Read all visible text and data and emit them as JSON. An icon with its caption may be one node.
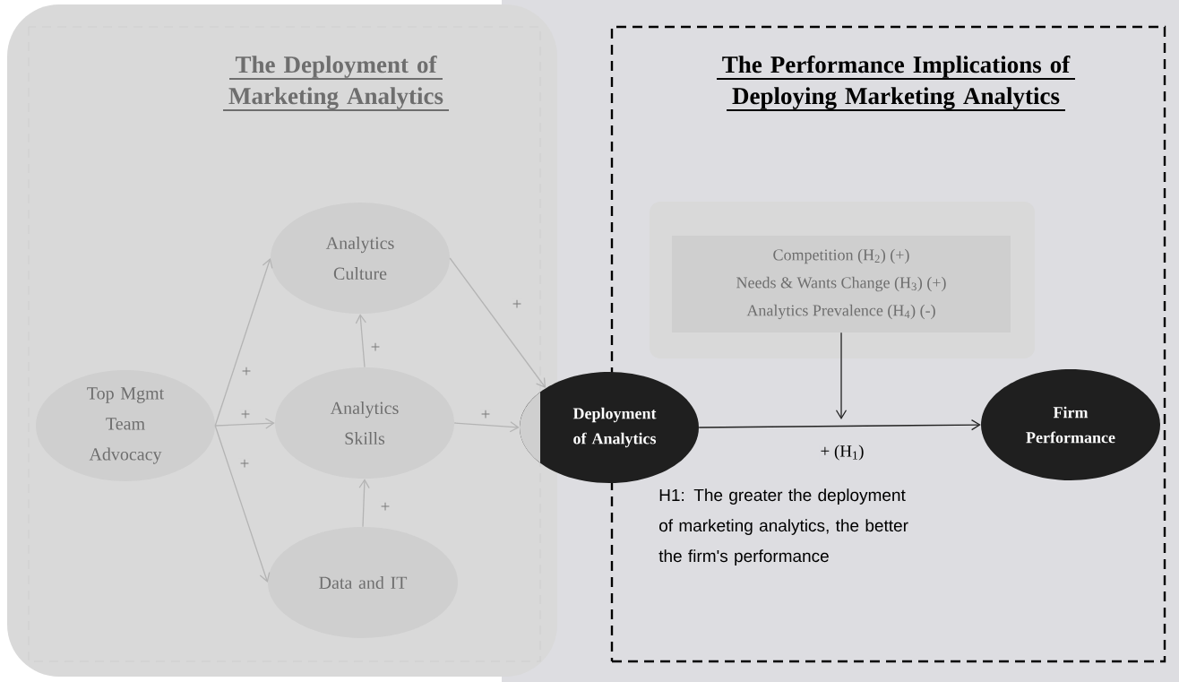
{
  "diagram": {
    "nodes": [
      {
        "text": [
          "The Deployment of Marketing Analytics"
        ]
      },
      {
        "text": [
          "The Performance Implications of Deploying Marketing Analytics"
        ]
      },
      {
        "text": [
          "Top Mgmt Team Advocacy"
        ],
        "in": 0
      },
      {
        "text": [
          "Analytics Culture"
        ],
        "in": 0
      },
      {
        "text": [
          "Analytics Skills"
        ],
        "in": 0
      },
      {
        "text": [
          "Data and IT"
        ],
        "in": 0
      },
      {
        "text": [
          "Deployment of Analytics"
        ]
      },
      {
        "text": [
          "Competition (H$_{2}$) (+)",
          "Needs & Wants Change (H$_{3}$) (+)",
          "Analytics Prevalence (H$_{4}$) (-)"
        ],
        "in": 1
      },
      {
        "text": [
          "Firm Performance"
        ],
        "in": 1
      }
    ],
    "edges": [
      {
        "from": 2,
        "to": 3,
        "arrow": "to",
        "label": "+"
      },
      {
        "from": 2,
        "to": 4,
        "arrow": "to",
        "label": "+"
      },
      {
        "from": 2,
        "to": 5,
        "arrow": "to",
        "label": "+"
      },
      {
        "from": 4,
        "to": 3,
        "arrow": "to",
        "label": "+"
      },
      {
        "from": 5,
        "to": 4,
        "arrow": "to",
        "label": "+"
      },
      {
        "from": 3,
        "to": 6,
        "arrow": "to",
        "label": "+"
      },
      {
        "from": 4,
        "to": 6,
        "arrow": "to",
        "label": "+"
      },
      {
        "from": 6,
        "to": 8,
        "arrow": "to",
        "label": "+ (H$_{1}$)",
        "color": "#222222"
      },
      {
        "from": 7,
        "to": null,
        "arrow": "to",
        "color": "#222222"
      }
    ],
    "labels": [
      "H1: The greater the deployment of marketing analytics, the better the firm's performance"
    ]
  }
}
